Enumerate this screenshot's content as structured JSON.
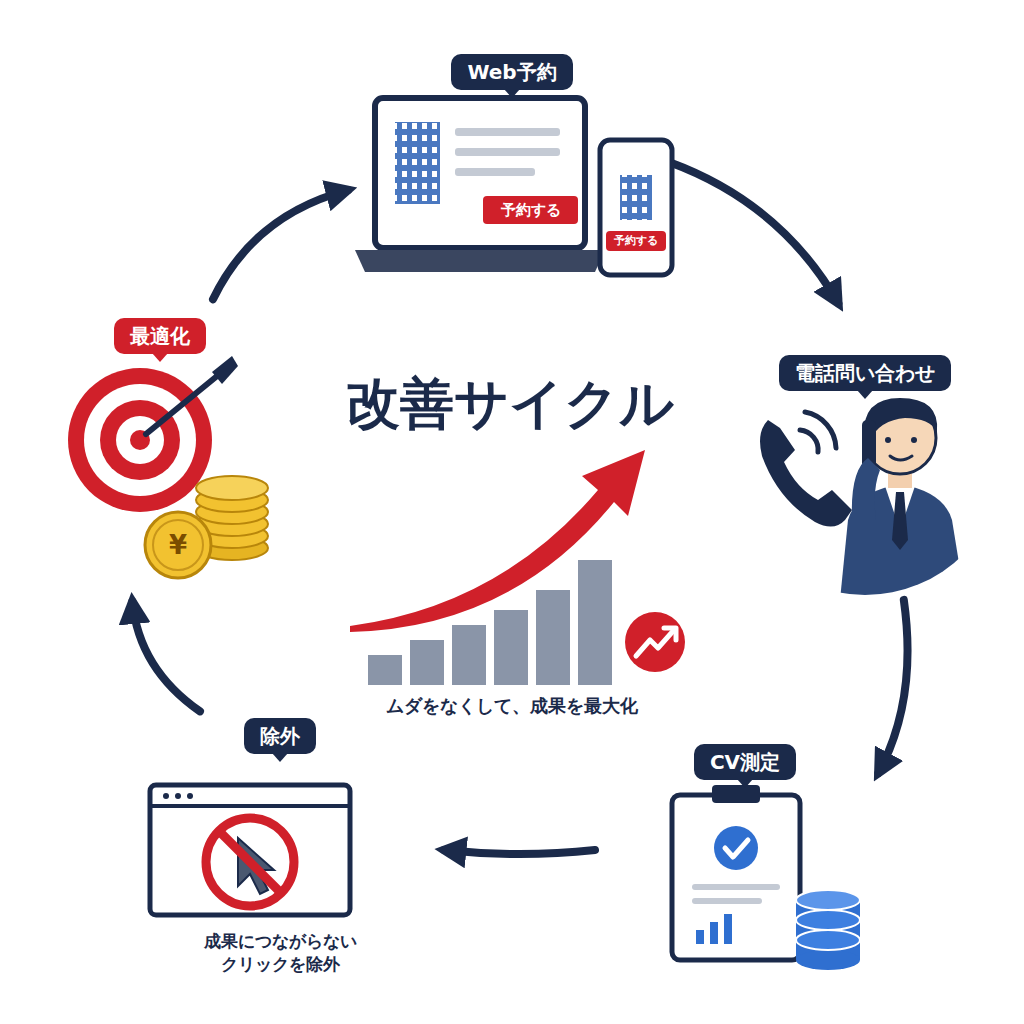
{
  "diagram": {
    "title": "改善サイクル",
    "caption": "ムダをなくして、成果を最大化",
    "nodes": [
      {
        "text": [
          "Web予約"
        ]
      },
      {
        "text": [
          "電話問い合わせ"
        ]
      },
      {
        "text": [
          "CV測定"
        ]
      },
      {
        "text": [
          "除外",
          "成果につながらないクリックを除外"
        ]
      },
      {
        "text": [
          "最適化"
        ]
      }
    ],
    "edges": [
      {
        "from": 0,
        "to": 1,
        "arrow": "to"
      },
      {
        "from": 1,
        "to": 2,
        "arrow": "to"
      },
      {
        "from": 2,
        "to": 3,
        "arrow": "to"
      },
      {
        "from": 3,
        "to": 4,
        "arrow": "to"
      },
      {
        "from": 4,
        "to": 0,
        "arrow": "to"
      }
    ],
    "labels": [
      "予約する",
      "予約する",
      "¥"
    ]
  }
}
